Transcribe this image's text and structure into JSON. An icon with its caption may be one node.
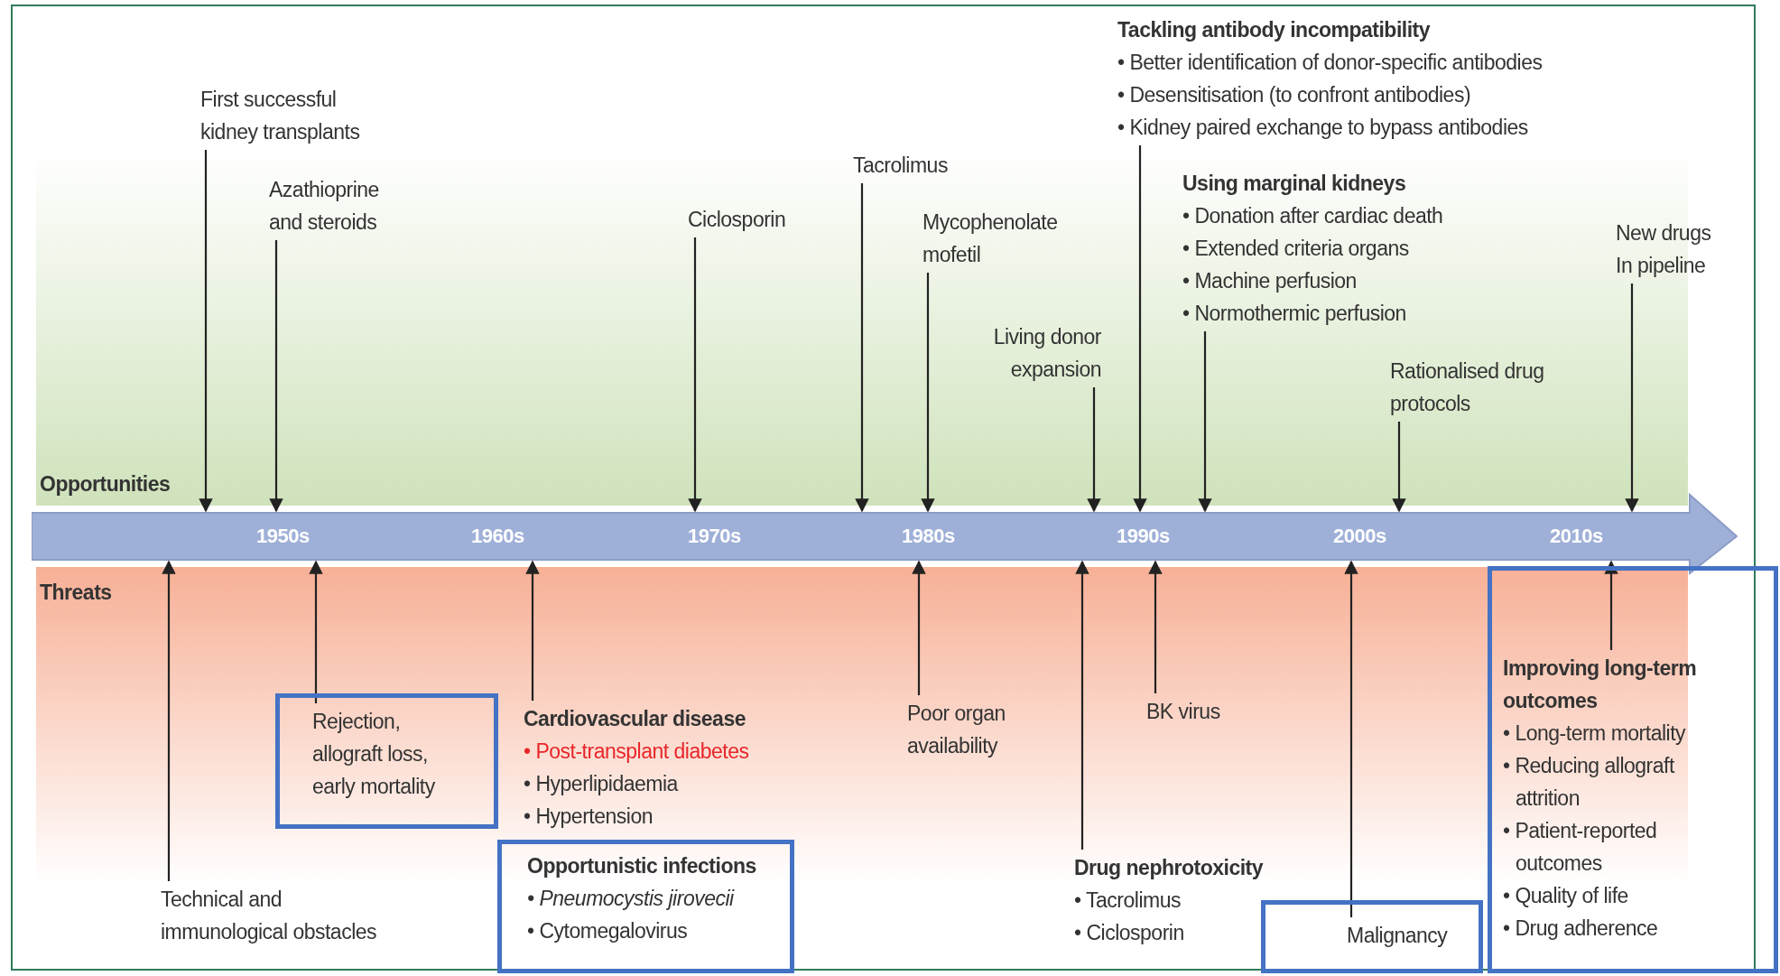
{
  "diagram": {
    "nodes": [
      {
        "text": [
          "First successful kidney transplants"
        ]
      },
      {
        "text": [
          "Azathioprine and steroids"
        ]
      },
      {
        "text": [
          "Ciclosporin"
        ]
      },
      {
        "text": [
          "Tacrolimus"
        ]
      },
      {
        "text": [
          "Mycophenolate mofetil"
        ]
      },
      {
        "text": [
          "Living donor expansion"
        ]
      },
      {
        "text": [
          "Tackling antibody incompatibility",
          "• Better identification of donor-specific antibodies",
          "• Desensitisation (to confront antibodies)",
          "• Kidney paired exchange to bypass antibodies"
        ]
      },
      {
        "text": [
          "Using marginal kidneys",
          "• Donation after cardiac death",
          "• Extended criteria organs",
          "• Machine perfusion",
          "• Normothermic perfusion"
        ]
      },
      {
        "text": [
          "Rationalised drug protocols"
        ]
      },
      {
        "text": [
          "New drugs In pipeline"
        ]
      },
      {
        "text": [
          "1950s",
          "1960s",
          "1970s",
          "1980s",
          "1990s",
          "2000s",
          "2010s"
        ]
      },
      {
        "text": [
          "Technical and immunological obstacles"
        ]
      },
      {
        "text": [],
        "shape": "box"
      },
      {
        "text": [
          "Rejection, allograft loss, early mortality"
        ],
        "in": 12
      },
      {
        "text": [
          "Cardiovascular disease",
          "• Post-transplant diabetes",
          "• Hyperlipidaemia",
          "• Hypertension"
        ]
      },
      {
        "text": [],
        "shape": "box"
      },
      {
        "text": [
          "Opportunistic infections",
          "• Pneumocystis jirovecii",
          "• Cytomegalovirus"
        ],
        "in": 15
      },
      {
        "text": [
          "Poor organ availability"
        ]
      },
      {
        "text": [
          "BK virus"
        ]
      },
      {
        "text": [
          "Drug nephrotoxicity",
          "• Tacrolimus",
          "• Ciclosporin"
        ]
      },
      {
        "text": [],
        "shape": "box"
      },
      {
        "text": [
          "Malignancy"
        ],
        "in": 20
      },
      {
        "text": [],
        "shape": "box"
      },
      {
        "text": [
          "Improving long-term outcomes",
          "• Long-term mortality",
          "• Reducing allograft attrition",
          "• Patient-reported outcomes",
          "• Quality of life",
          "• Drug adherence"
        ],
        "in": 22
      }
    ],
    "edges": [
      {
        "from": 0,
        "to": 10,
        "arrow": "to"
      },
      {
        "from": 1,
        "to": 10,
        "arrow": "to"
      },
      {
        "from": 2,
        "to": 10,
        "arrow": "to"
      },
      {
        "from": 3,
        "to": 10,
        "arrow": "to"
      },
      {
        "from": 4,
        "to": 10,
        "arrow": "to"
      },
      {
        "from": 5,
        "to": 10,
        "arrow": "to"
      },
      {
        "from": 6,
        "to": 10,
        "arrow": "to"
      },
      {
        "from": 7,
        "to": 10,
        "arrow": "to"
      },
      {
        "from": 8,
        "to": 10,
        "arrow": "to"
      },
      {
        "from": 9,
        "to": 10,
        "arrow": "to"
      },
      {
        "from": 11,
        "to": 10,
        "arrow": "to"
      },
      {
        "from": 13,
        "to": 10,
        "arrow": "to"
      },
      {
        "from": 14,
        "to": 10,
        "arrow": "to"
      },
      {
        "from": 17,
        "to": 10,
        "arrow": "to"
      },
      {
        "from": 18,
        "to": 10,
        "arrow": "to"
      },
      {
        "from": 19,
        "to": 10,
        "arrow": "to"
      },
      {
        "from": 21,
        "to": 10,
        "arrow": "to"
      },
      {
        "from": 23,
        "to": 10,
        "arrow": "to"
      }
    ],
    "labels": [
      "Opportunities",
      "Threats"
    ]
  }
}
